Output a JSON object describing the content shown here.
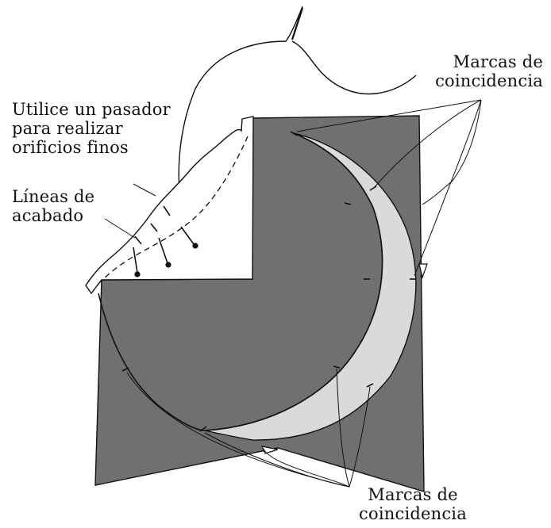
{
  "labels": {
    "pin_hint": {
      "line1": "Utilice un pasador",
      "line2": "para realizar",
      "line3": "orificios finos"
    },
    "finish_lines": {
      "line1": "Líneas de",
      "line2": "acabado"
    },
    "marks_top": {
      "line1": "Marcas de",
      "line2": "coincidencia"
    },
    "marks_bottom": {
      "line1": "Marcas de",
      "line2": "coincidencia"
    }
  },
  "colors": {
    "fabric": "#6f7072",
    "facing": "#d9dadb",
    "paper": "#ffffff",
    "line": "#111111"
  }
}
